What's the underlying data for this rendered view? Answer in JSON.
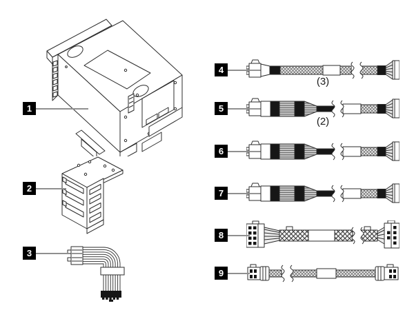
{
  "figure": {
    "background": "#ffffff",
    "line_color": "#2b2b2b",
    "callout_box_color": "#000000",
    "callout_text_color": "#ffffff",
    "leader_line_color": "#8f8f8f"
  },
  "callouts": [
    {
      "label": "1"
    },
    {
      "label": "2"
    },
    {
      "label": "3"
    },
    {
      "label": "4",
      "quantity": "(3)"
    },
    {
      "label": "5",
      "quantity": "(2)"
    },
    {
      "label": "6"
    },
    {
      "label": "7"
    },
    {
      "label": "8"
    },
    {
      "label": "9"
    }
  ]
}
